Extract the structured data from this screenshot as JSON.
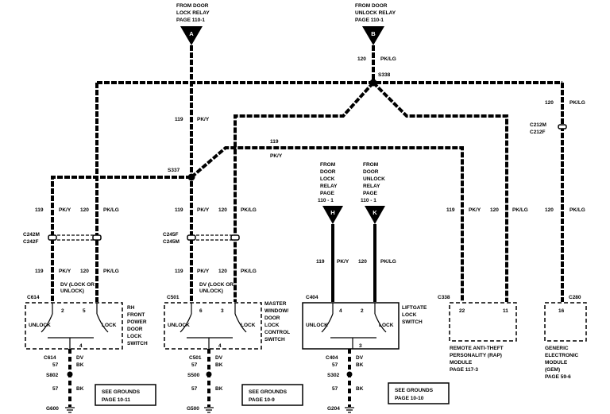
{
  "title": "",
  "relays": [
    {
      "letter": "A",
      "line1": "FROM DOOR",
      "line2": "LOCK RELAY",
      "line3": "PAGE 110-1"
    },
    {
      "letter": "B",
      "line1": "FROM DOOR",
      "line2": "UNLOCK RELAY",
      "line3": "PAGE 110-1"
    },
    {
      "letter": "H",
      "line1": "FROM",
      "line2": "DOOR",
      "line3": "LOCK",
      "line4": "RELAY",
      "line5": "PAGE",
      "line6": "110 - 1"
    },
    {
      "letter": "K",
      "line1": "FROM",
      "line2": "DOOR",
      "line3": "UNLOCK",
      "line4": "RELAY",
      "line5": "PAGE",
      "line6": "110 - 1"
    }
  ],
  "wires": {
    "w119": "119",
    "w120": "120",
    "w57": "57",
    "pky": "PK/Y",
    "pklg": "PK/LG",
    "bk": "BK",
    "dv": "DV"
  },
  "splices": {
    "s338": "S338",
    "s337": "S337",
    "s802": "S802",
    "s500": "S500",
    "s302": "S302"
  },
  "connectors": {
    "c212m": "C212M",
    "c212f": "C212F",
    "c242m": "C242M",
    "c242f": "C242F",
    "c245f": "C245F",
    "c245m": "C245M",
    "c614": "C614",
    "c501": "C501",
    "c404": "C404",
    "c338": "C338",
    "c280": "C280"
  },
  "grounds": {
    "g600": "G600",
    "g500": "G500",
    "g204": "G204"
  },
  "switches": {
    "rh": {
      "label1": "RH",
      "label2": "FRONT",
      "label3": "POWER",
      "label4": "DOOR",
      "label5": "LOCK",
      "label6": "SWITCH",
      "top": "DV (LOCK OR",
      "top2": "UNLOCK)",
      "pin_a": "2",
      "pin_b": "5",
      "pin_c": "4",
      "unlock": "UNLOCK",
      "lock": "LOCK"
    },
    "master": {
      "label1": "MASTER",
      "label2": "WINDOW/",
      "label3": "DOOR",
      "label4": "LOCK",
      "label5": "CONTROL",
      "label6": "SWITCH",
      "top": "DV (LOCK OR",
      "top2": "UNLOCK)",
      "pin_a": "6",
      "pin_b": "3",
      "pin_c": "4",
      "unlock": "UNLOCK",
      "lock": "LOCK"
    },
    "liftgate": {
      "label1": "LIFTGATE",
      "label2": "LOCK",
      "label3": "SWITCH",
      "pin_a": "4",
      "pin_b": "2",
      "pin_c": "3",
      "unlock": "UNLOCK",
      "lock": "LOCK"
    }
  },
  "modules": {
    "rap": {
      "label1": "REMOTE  ANTI-THEFT",
      "label2": "PERSONALITY (RAP)",
      "label3": "MODULE",
      "label4": "PAGE   117-3",
      "pin_a": "22",
      "pin_b": "11"
    },
    "gem": {
      "label1": "GENERIC",
      "label2": "ELECTRONIC",
      "label3": "MODULE",
      "label4": "(GEM)",
      "label5": "PAGE   59-6",
      "pin": "16"
    }
  },
  "see_grounds": [
    {
      "line1": "SEE  GROUNDS",
      "line2": "PAGE    10-11"
    },
    {
      "line1": "SEE  GROUNDS",
      "line2": "PAGE    10-9"
    },
    {
      "line1": "SEE  GROUNDS",
      "line2": "PAGE    10-10"
    }
  ]
}
